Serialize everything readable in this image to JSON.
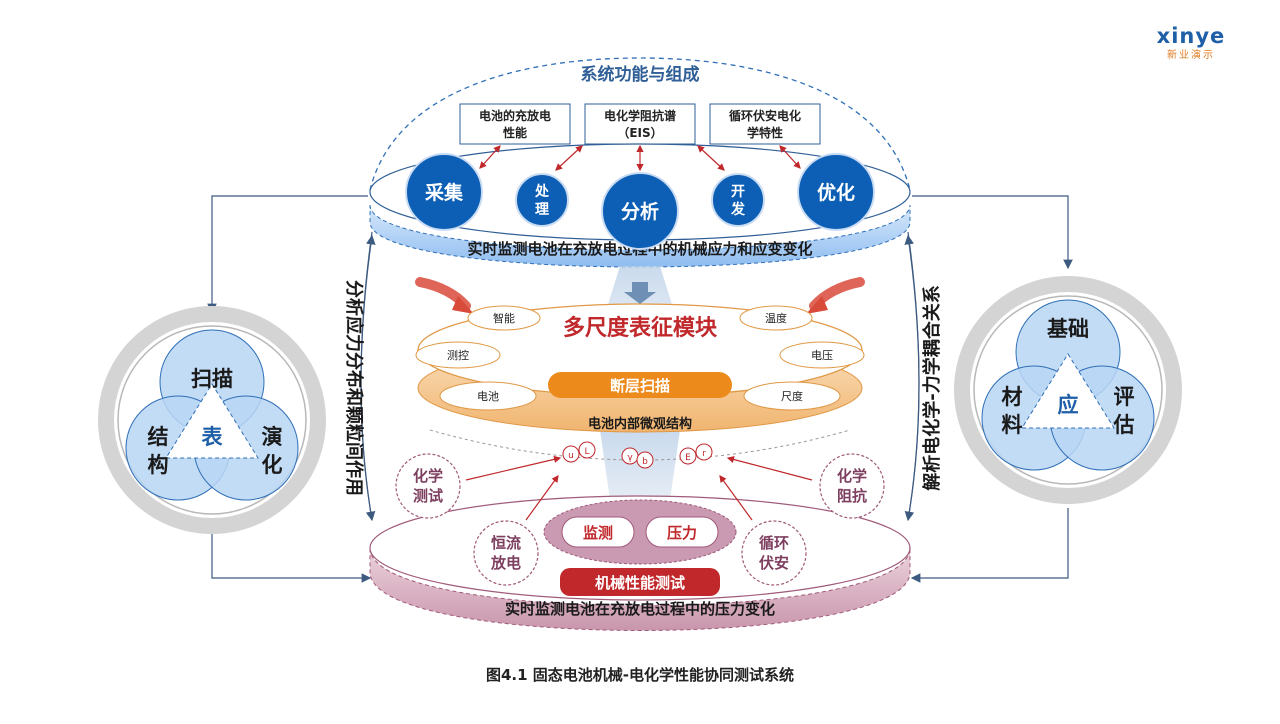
{
  "brand": {
    "logo": "xinye",
    "logo_sub": "新业演示"
  },
  "top_section": {
    "title": "系统功能与组成",
    "boxes": [
      "电池的充放电性能",
      "电化学阻抗谱（EIS）",
      "循环伏安电化学特性"
    ],
    "circles": [
      "采集",
      "处理",
      "分析",
      "开发",
      "优化"
    ],
    "band": "实时监测电池在充放电过程中的机械应力和应变变化"
  },
  "middle_section": {
    "title": "多尺度表征模块",
    "ovals": [
      "智能",
      "温度",
      "测控",
      "电压",
      "电池",
      "尺度"
    ],
    "pill": "断层扫描",
    "base": "电池内部微观结构",
    "symbols": [
      "u",
      "L",
      "γ",
      "b",
      "E",
      "r"
    ]
  },
  "bottom_section": {
    "side_circles": [
      "化学测试",
      "化学阻抗",
      "恒流放电",
      "循环伏安"
    ],
    "inner": [
      "监测",
      "压力"
    ],
    "label": "机械性能测试",
    "band": "实时监测电池在充放电过程中的压力变化"
  },
  "left_ring": {
    "top": "扫描",
    "left": "结构",
    "right": "演化",
    "center": "表"
  },
  "right_ring": {
    "top": "基础",
    "left": "材料",
    "right": "评估",
    "center": "应"
  },
  "left_vertical": "分析应力分布和颗粒间作用",
  "right_vertical": "解析电化学-力学耦合关系",
  "caption": "图4.1 固态电池机械-电化学性能协同测试系统"
}
